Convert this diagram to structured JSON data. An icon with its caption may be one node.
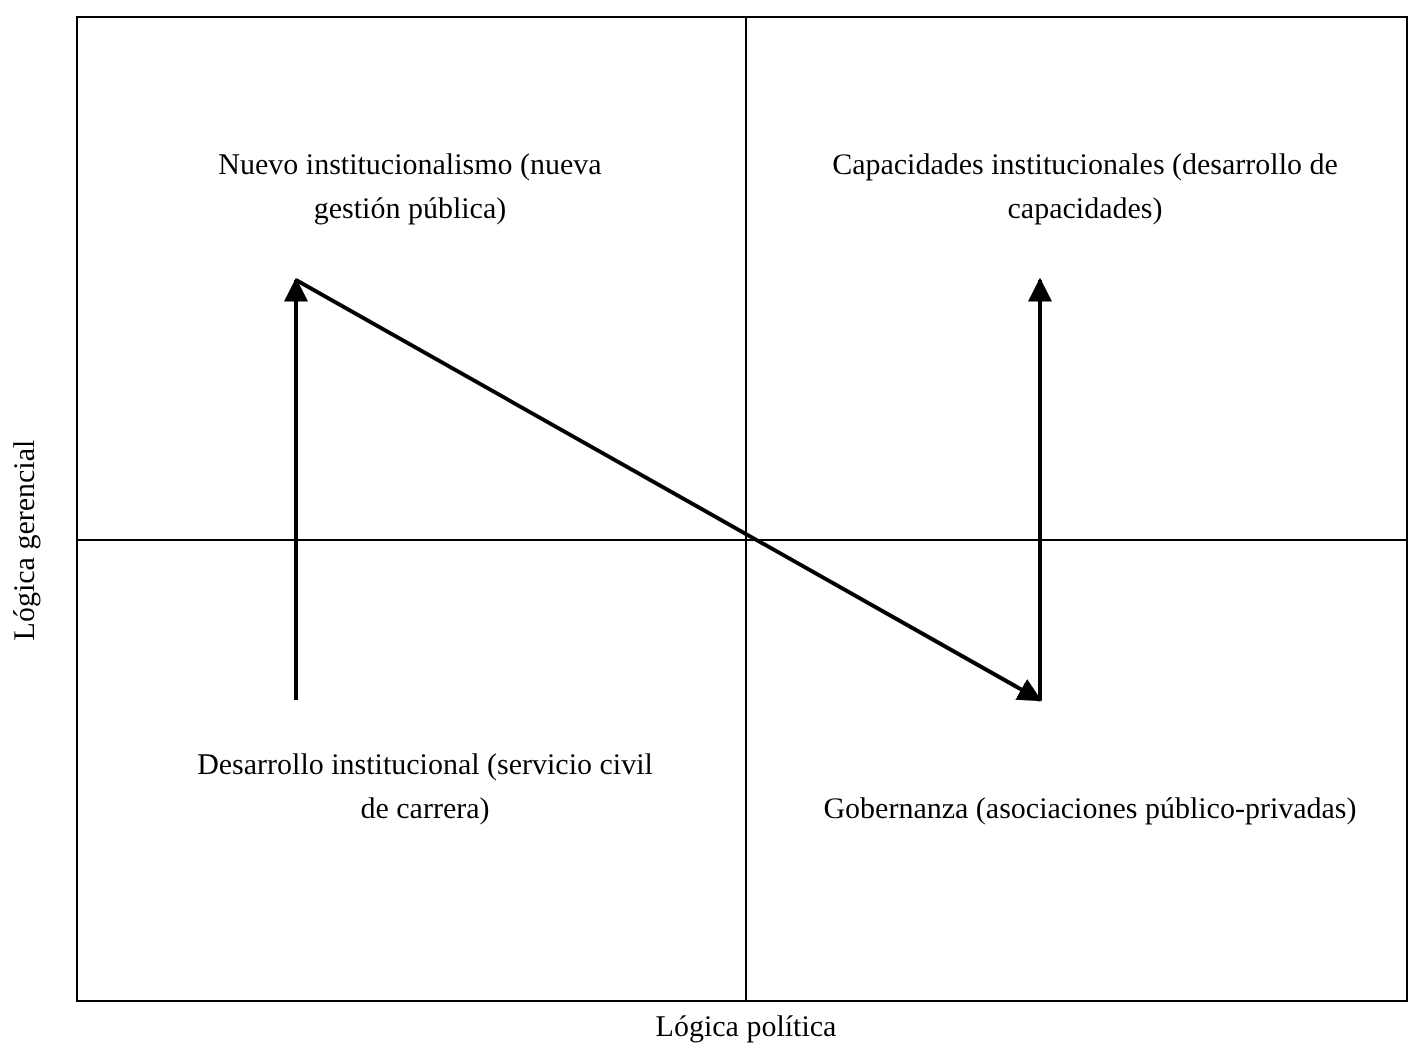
{
  "diagram": {
    "nodes": [
      {
        "text": [
          "Nuevo institucionalismo (nueva gestión pública)"
        ]
      },
      {
        "text": [
          "Capacidades institucionales (desarrollo de capacidades)"
        ]
      },
      {
        "text": [
          "Desarrollo institucional (servicio civil de carrera)"
        ]
      },
      {
        "text": [
          "Gobernanza (asociaciones público-privadas)"
        ]
      }
    ],
    "edges": [
      {
        "from": 2,
        "to": 0,
        "arrow": "to"
      },
      {
        "from": 0,
        "to": 3,
        "arrow": "to"
      },
      {
        "from": 3,
        "to": 1,
        "arrow": "to"
      }
    ],
    "labels": [
      "Lógica gerencial",
      "Lógica política"
    ]
  }
}
